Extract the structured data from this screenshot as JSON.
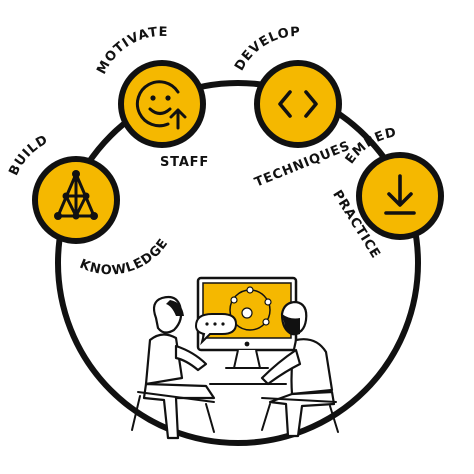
{
  "colors": {
    "accent": "#f5b800",
    "ink": "#111111",
    "background": "#ffffff"
  },
  "steps": [
    {
      "id": "build",
      "label_top": "BUILD",
      "label_bottom": "KNOWLEDGE",
      "icon": "network-triangle-icon"
    },
    {
      "id": "motivate",
      "label_top": "MOTIVATE",
      "label_bottom": "STAFF",
      "icon": "smiley-up-arrow-icon"
    },
    {
      "id": "develop",
      "label_top": "DEVELOP",
      "label_bottom": "TECHNIQUES",
      "icon": "code-brackets-icon"
    },
    {
      "id": "embed",
      "label_top": "EMBED",
      "label_bottom": "PRACTICE",
      "icon": "download-arrow-icon"
    }
  ],
  "illustration": {
    "scene": "two people at a computer",
    "monitor_icon": "apple-logo-icon"
  }
}
